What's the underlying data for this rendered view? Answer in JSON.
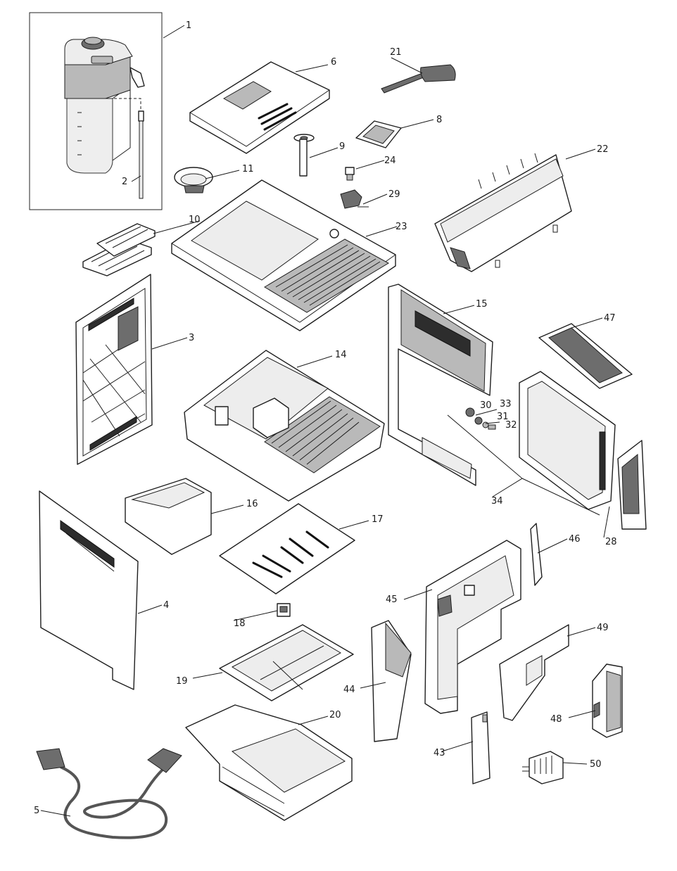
{
  "parts": [
    {
      "id": "1"
    },
    {
      "id": "2"
    },
    {
      "id": "3"
    },
    {
      "id": "4"
    },
    {
      "id": "5"
    },
    {
      "id": "6"
    },
    {
      "id": "8"
    },
    {
      "id": "9"
    },
    {
      "id": "10"
    },
    {
      "id": "11"
    },
    {
      "id": "14"
    },
    {
      "id": "15"
    },
    {
      "id": "16"
    },
    {
      "id": "17"
    },
    {
      "id": "18"
    },
    {
      "id": "19"
    },
    {
      "id": "20"
    },
    {
      "id": "21"
    },
    {
      "id": "22"
    },
    {
      "id": "23"
    },
    {
      "id": "24"
    },
    {
      "id": "28"
    },
    {
      "id": "29"
    },
    {
      "id": "30"
    },
    {
      "id": "31"
    },
    {
      "id": "32"
    },
    {
      "id": "33"
    },
    {
      "id": "34"
    },
    {
      "id": "43"
    },
    {
      "id": "44"
    },
    {
      "id": "45"
    },
    {
      "id": "46"
    },
    {
      "id": "47"
    },
    {
      "id": "48"
    },
    {
      "id": "49"
    },
    {
      "id": "50"
    }
  ]
}
